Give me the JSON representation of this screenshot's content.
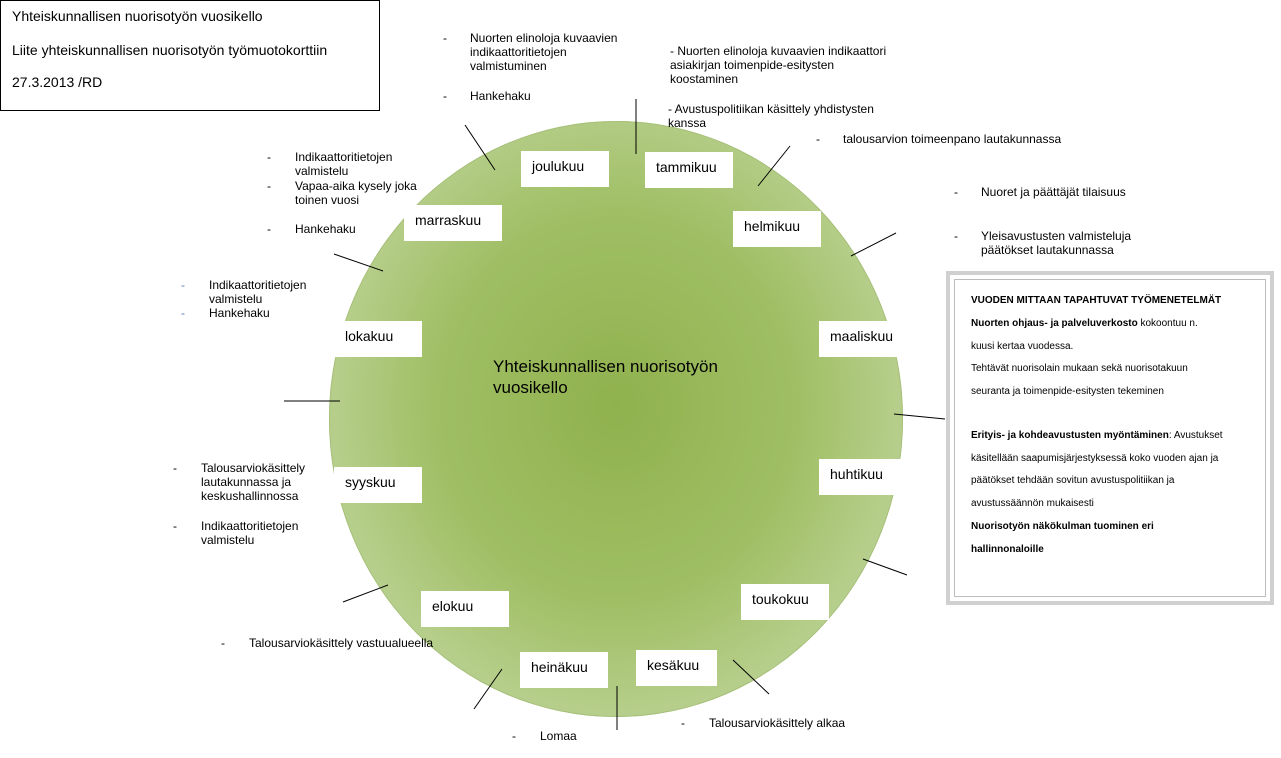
{
  "header": {
    "line1": "Yhteiskunnallisen nuorisotyön vuosikello",
    "line2": "Liite yhteiskunnallisen nuorisotyön työmuotokorttiin",
    "line3": "27.3.2013 /RD"
  },
  "center_label": [
    "Yhteiskunnallisen nuorisotyön",
    "vuosikello"
  ],
  "months": {
    "tammikuu": "tammikuu",
    "helmikuu": "helmikuu",
    "maaliskuu": "maaliskuu",
    "huhtikuu": "huhtikuu",
    "toukokuu": "toukokuu",
    "kesakuu": "kesäkuu",
    "heinakuu": "heinäkuu",
    "elokuu": "elokuu",
    "syyskuu": "syyskuu",
    "lokakuu": "lokakuu",
    "marraskuu": "marraskuu",
    "joulukuu": "joulukuu"
  },
  "notes": {
    "dash": "-",
    "dec_1": [
      "Nuorten elinoloja kuvaavien",
      "indikaattoritietojen",
      "valmistuminen"
    ],
    "dec_2": "Hankehaku",
    "jan_1": [
      "- Nuorten elinoloja kuvaavien indikaattori",
      "asiakirjan toimenpide-esitysten",
      "koostaminen"
    ],
    "jan_2": [
      "- Avustuspolitiikan käsittely yhdistysten",
      "kanssa"
    ],
    "jan_3": "talousarvion toimeenpano lautakunnassa",
    "feb_1": "Nuoret ja päättäjät tilaisuus",
    "feb_2": [
      "Yleisavustusten valmisteluja",
      "päätökset lautakunnassa"
    ],
    "nov_1": [
      "Indikaattoritietojen",
      "valmistelu"
    ],
    "nov_2": [
      "Vapaa-aika kysely joka",
      "toinen vuosi"
    ],
    "nov_3": "Hankehaku",
    "oct_1": [
      "Indikaattoritietojen",
      "valmistelu"
    ],
    "oct_2": "Hankehaku",
    "sep_1": [
      "Talousarviokäsittely",
      "lautakunnassa ja",
      "keskushallinnossa"
    ],
    "sep_2": [
      "Indikaattoritietojen",
      "valmistelu"
    ],
    "aug_1": "Talousarviokäsittely vastuualueella",
    "jul_1": "Lomaa",
    "jun_1": "Talousarviokäsittely alkaa"
  },
  "side_panel": {
    "title": "VUODEN MITTAAN TAPAHTUVAT TYÖMENETELMÄT",
    "l1": "Nuorten ohjaus- ja palveluverkosto",
    "l1b": " kokoontuu n.",
    "l2": "kuusi kertaa vuodessa.",
    "l3": "Tehtävät nuorisolain mukaan sekä nuorisotakuun",
    "l4": "seuranta ja toimenpide-esitysten tekeminen",
    "l5a": "Erityis- ja kohdeavustusten myöntäminen",
    "l5b": ": Avustukset",
    "l6": "käsitellään saapumisjärjestyksessä koko vuoden ajan ja",
    "l7": "päätökset tehdään sovitun avustuspolitiikan ja",
    "l8": "avustussäännön mukaisesti",
    "l9": "Nuorisotyön näkökulman tuominen eri",
    "l10": "hallinnonaloille"
  }
}
